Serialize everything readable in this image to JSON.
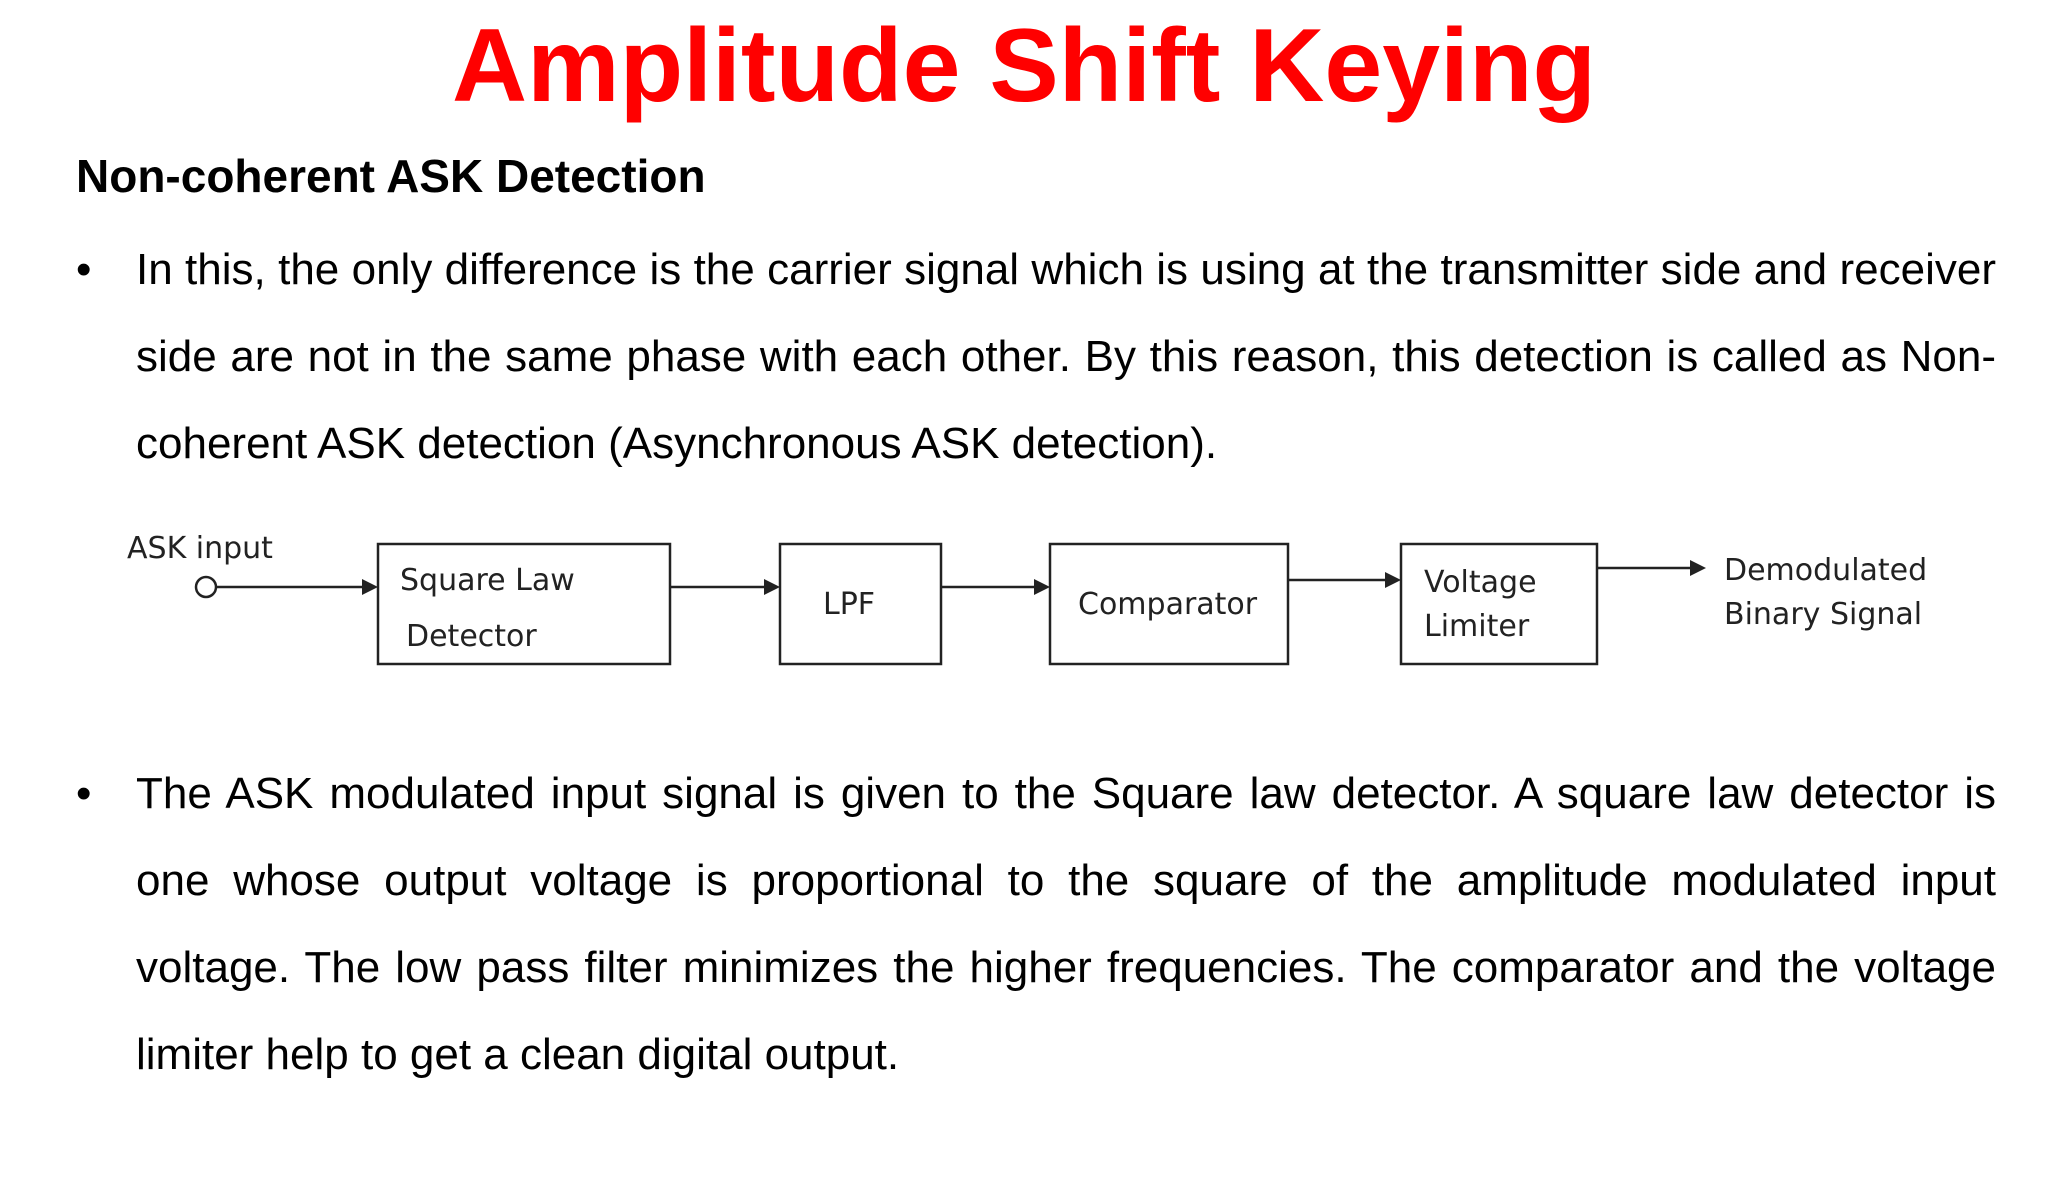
{
  "page": {
    "title": "Amplitude Shift Keying",
    "subtitle": "Non-coherent ASK Detection",
    "title_color": "#ff0000"
  },
  "bullets": [
    {
      "marker": "•",
      "text": "In this, the only difference is the carrier signal which is using at the transmitter side and receiver side are not in the same phase with each other. By this reason, this detection is called as Non-coherent ASK detection (Asynchronous ASK detection)."
    },
    {
      "marker": "•",
      "text": "The ASK modulated input signal is given to the Square law detector. A square law detector is one whose output voltage is proportional to the square of the amplitude modulated input voltage. The low pass filter minimizes the higher frequencies. The comparator and the voltage limiter help to get a clean digital output."
    }
  ],
  "diagram": {
    "input_label": "ASK input",
    "blocks": [
      {
        "line1": "Square Law",
        "line2": "Detector"
      },
      {
        "line1": "LPF",
        "line2": ""
      },
      {
        "line1": "Comparator",
        "line2": ""
      },
      {
        "line1": "Voltage",
        "line2": "Limiter"
      }
    ],
    "output_line1": "Demodulated",
    "output_line2": "Binary Signal"
  }
}
